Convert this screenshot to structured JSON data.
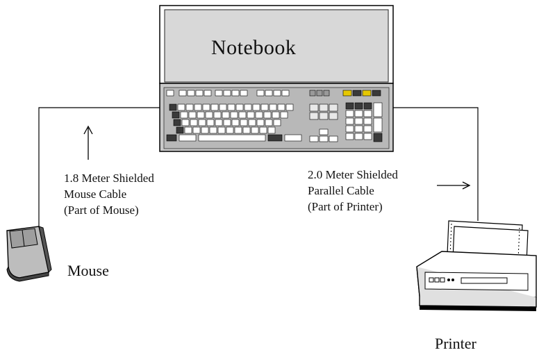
{
  "diagram": {
    "notebook": {
      "label": "Notebook"
    },
    "mouse": {
      "label": "Mouse"
    },
    "printer": {
      "label": "Printer"
    },
    "mouse_cable": {
      "lines": [
        "1.8 Meter Shielded",
        "Mouse Cable",
        "(Part of Mouse)"
      ]
    },
    "printer_cable": {
      "lines": [
        "2.0 Meter Shielded",
        "Parallel Cable",
        "(Part of Printer)"
      ]
    }
  },
  "colors": {
    "line": "#000000",
    "screen": "#d8d8d8",
    "keyboard_base": "#c9c9c9",
    "keys": "#ffffff",
    "dark_keys": "#3a3a3a",
    "accent_keys": "#e6c800"
  }
}
